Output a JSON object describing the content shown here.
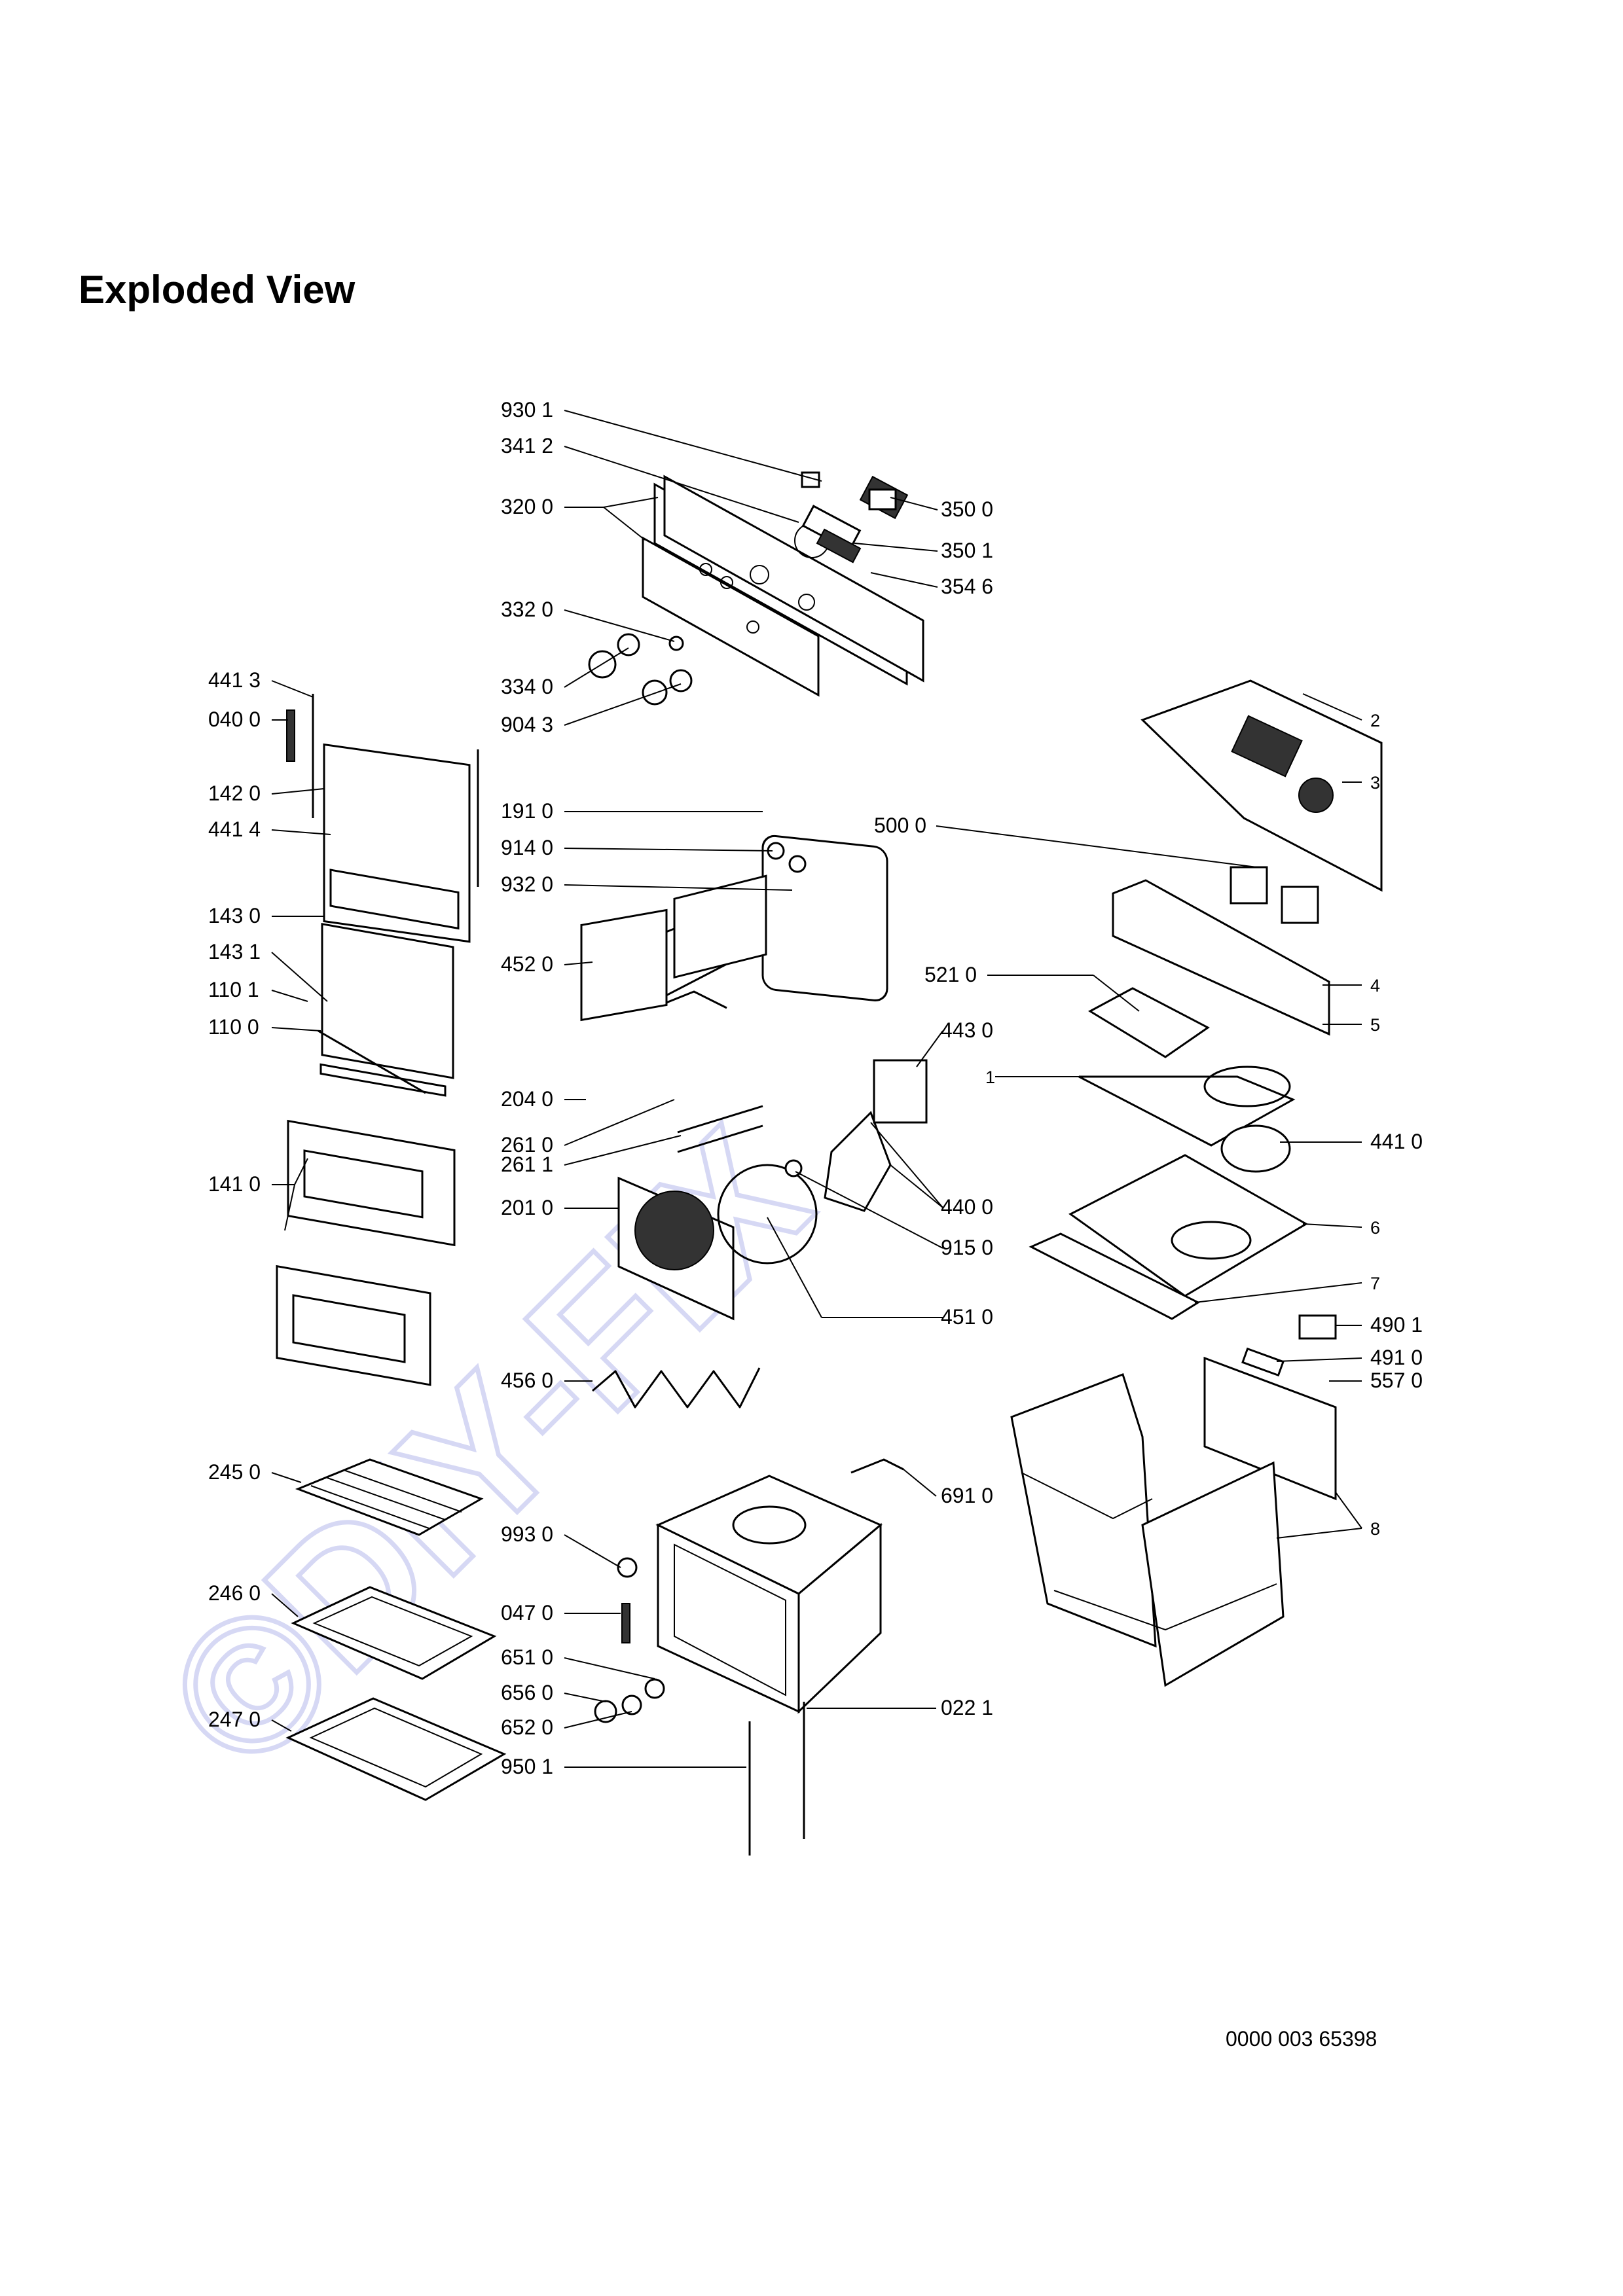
{
  "page_title": "Exploded View",
  "watermark": "©DIY-FIX",
  "document_number": "0000 003 65398",
  "colors": {
    "text": "#000000",
    "watermark": "#d6d8f4",
    "background": "#ffffff"
  },
  "labels": {
    "l9301": "930 1",
    "l3412": "341 2",
    "l3200": "320 0",
    "l3500": "350 0",
    "l3501": "350 1",
    "l3546": "354 6",
    "l3320": "332 0",
    "l3340": "334 0",
    "l9043": "904 3",
    "l4413": "441 3",
    "l0400": "040 0",
    "l1420": "142 0",
    "l4414": "441 4",
    "l1430": "143 0",
    "l1431": "143 1",
    "l1101": "110 1",
    "l1100": "110 0",
    "l1410": "141 0",
    "l2450": "245 0",
    "l2460": "246 0",
    "l2470": "247 0",
    "l1910": "191 0",
    "l9140": "914 0",
    "l9320": "932 0",
    "l4520": "452 0",
    "l2040": "204 0",
    "l2610": "261 0",
    "l2611": "261 1",
    "l2010": "201 0",
    "l4560": "456 0",
    "l9930": "993 0",
    "l0470": "047 0",
    "l6510": "651 0",
    "l6560": "656 0",
    "l6520": "652 0",
    "l9501": "950 1",
    "l5000": "500 0",
    "l5210": "521 0",
    "l4430": "443 0",
    "l4400": "440 0",
    "l9150": "915 0",
    "l4510": "451 0",
    "l6910": "691 0",
    "l0221": "022 1",
    "l4410": "441 0",
    "l4901": "490 1",
    "l4910": "491 0",
    "l5570": "557 0",
    "l1": "1",
    "l2": "2",
    "l3": "3",
    "l4": "4",
    "l5": "5",
    "l6": "6",
    "l7": "7",
    "l8": "8"
  }
}
